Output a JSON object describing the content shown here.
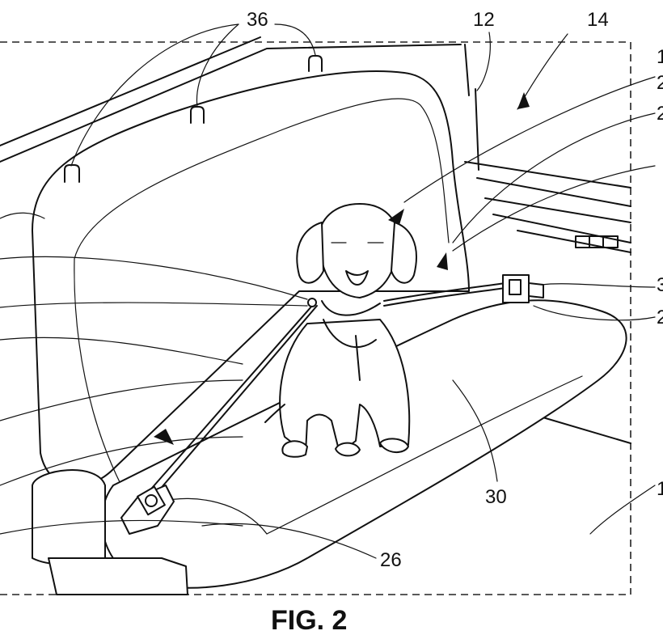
{
  "figure": {
    "caption": "FIG. 2",
    "reference_numerals": {
      "seat_hooks": "36",
      "vehicle_body": "12",
      "interior_arrow": "14",
      "leash_channel": "30",
      "buckle_anchor": "26",
      "right_edge_a": "1",
      "right_edge_b": "2",
      "right_edge_c": "2",
      "right_edge_d": "3",
      "right_edge_e": "2",
      "right_edge_f": "1"
    }
  }
}
